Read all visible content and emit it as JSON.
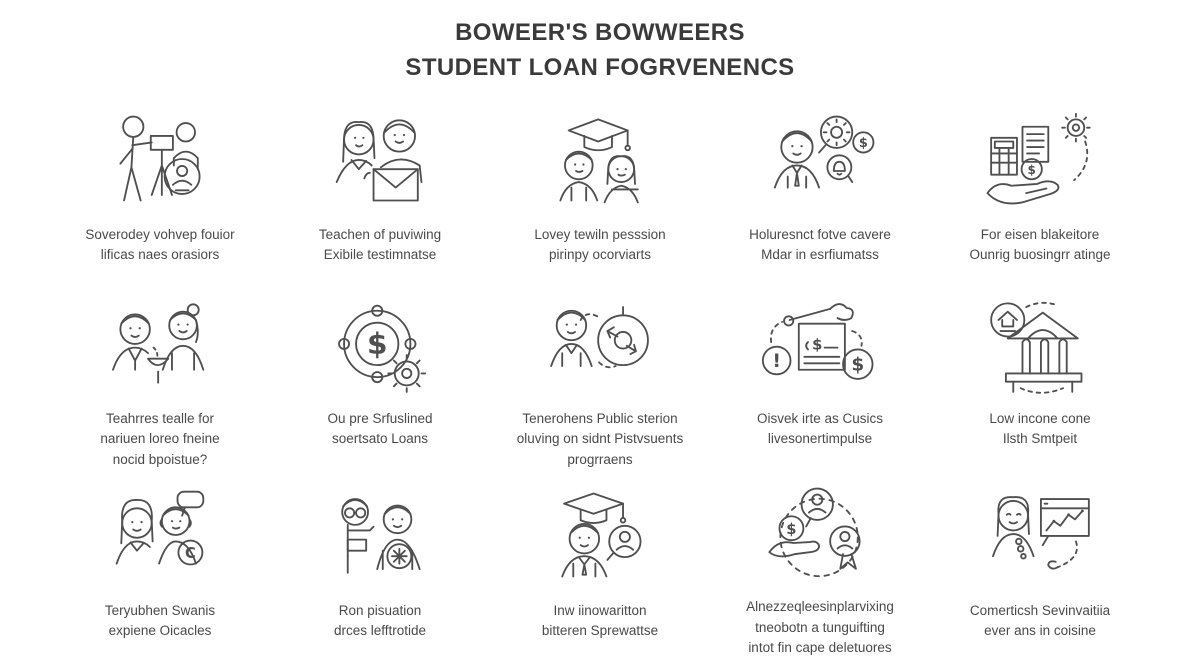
{
  "title": {
    "line1": "BOWEER'S BOWWEERS",
    "line2": "STUDENT LOAN FOGRVENENCS"
  },
  "colors": {
    "background": "#ffffff",
    "line_art": "#4f4f4f",
    "caption_text": "#4a4a4a",
    "title_text": "#3a3a3a"
  },
  "grid": {
    "columns": 5,
    "rows": 3,
    "items": [
      {
        "icon": "photographer-profile-icon",
        "caption_lines": [
          "Soverodey vohvep fouior",
          "lificas naes orasiors"
        ]
      },
      {
        "icon": "couple-envelope-icon",
        "caption_lines": [
          "Teachen of puviwing",
          "Exibile testimnatse"
        ]
      },
      {
        "icon": "graduates-cap-icon",
        "caption_lines": [
          "Lovey tewiln pesssion",
          "pirinpy ocorviarts"
        ]
      },
      {
        "icon": "thinking-finance-icon",
        "caption_lines": [
          "Holuresnct fotve cavere",
          "Mdar in esrfiumatss"
        ]
      },
      {
        "icon": "hand-calculator-gear-icon",
        "caption_lines": [
          "For eisen blakeitore",
          "Ounrig buosingrr atinge"
        ]
      },
      {
        "icon": "advisor-couple-bowl-icon",
        "caption_lines": [
          "Teahrres tealle for",
          "nariuen loreo fneine",
          "nocid bpoistue?"
        ]
      },
      {
        "icon": "dollar-orbit-gear-icon",
        "caption_lines": [
          "Ou pre Srfuslined",
          "soertsato Loans"
        ]
      },
      {
        "icon": "person-target-icon",
        "caption_lines": [
          "Tenerohens Public sterion",
          "oluving on sidnt Pistvsuents",
          "progrraens"
        ]
      },
      {
        "icon": "loan-house-alert-icon",
        "caption_lines": [
          "Oisvek irte as Cusics",
          "livesonertimpulse"
        ]
      },
      {
        "icon": "bank-building-icon",
        "caption_lines": [
          "Low incone cone",
          "Ilsth Smtpeit"
        ]
      },
      {
        "icon": "two-women-copyright-icon",
        "caption_lines": [
          "Teryubhen Swanis",
          "expiene Oicacles"
        ]
      },
      {
        "icon": "writer-gear-person-icon",
        "caption_lines": [
          "Ron pisuation",
          "drces lefftrotide"
        ]
      },
      {
        "icon": "student-chat-icon",
        "caption_lines": [
          "Inw iinowaritton",
          "bitteren Sprewattse"
        ]
      },
      {
        "icon": "hand-money-bubbles-icon",
        "caption_lines": [
          "Alnezzeqleesinplarvixing",
          "tneobotn a tunguifting",
          "intot fin cape deletuores"
        ]
      },
      {
        "icon": "woman-chart-window-icon",
        "caption_lines": [
          "Comerticsh Sevinvaitiia",
          "ever ans in coisine"
        ]
      }
    ]
  }
}
